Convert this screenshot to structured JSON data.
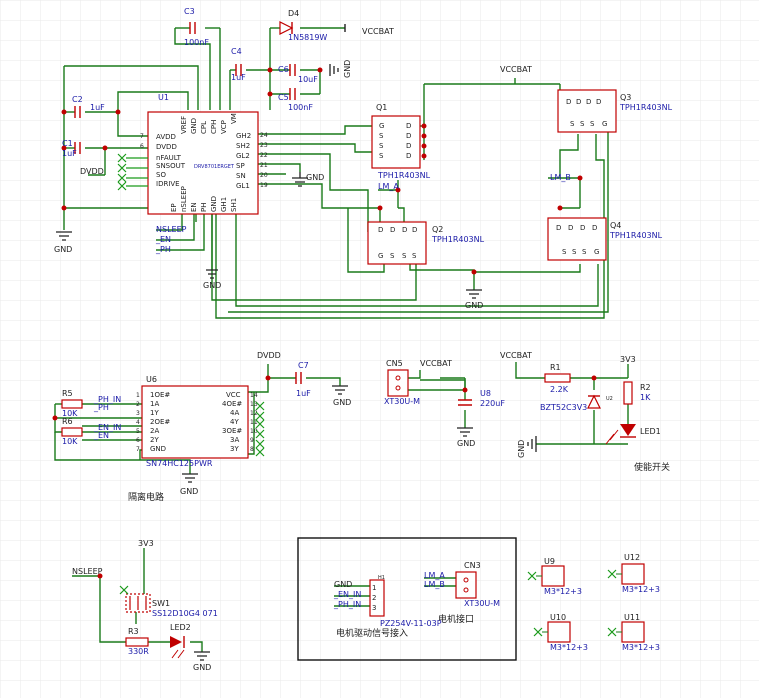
{
  "colors": {
    "wire": "#1a7a1a",
    "part": "#c00000",
    "label": "#1a1aa8",
    "text": "#222222",
    "grid": "#eaeaea",
    "net": "#1a1aa8"
  },
  "u1": {
    "ref": "U1",
    "part": "DRV8701ERGET",
    "pins_left": [
      "nFAULT",
      "SNSOUT",
      "SO",
      "IDRIVE",
      "DVDD",
      "AVDD"
    ],
    "pins_top": [
      "VREF",
      "GND",
      "CPL",
      "CPH",
      "VCP",
      "VM"
    ],
    "pins_right": [
      "GH2",
      "SH2",
      "GL2",
      "SP",
      "SN",
      "GL1"
    ],
    "pins_bottom": [
      "EP",
      "nSLEEP",
      "EN",
      "PH",
      "GND",
      "GH1",
      "SH1"
    ],
    "numbers_right": [
      "24",
      "23",
      "22",
      "21",
      "20",
      "19"
    ],
    "numbers_left": [
      "7",
      "6"
    ]
  },
  "caps": {
    "c1": {
      "ref": "C1",
      "val": "1uF"
    },
    "c2": {
      "ref": "C2",
      "val": "1uF"
    },
    "c3": {
      "ref": "C3",
      "val": "100nF"
    },
    "c4": {
      "ref": "C4",
      "val": "1uF"
    },
    "c5": {
      "ref": "C5",
      "val": "100nF"
    },
    "c6": {
      "ref": "C6",
      "val": "10uF"
    },
    "c7": {
      "ref": "C7",
      "val": "1uF"
    },
    "u8": {
      "ref": "U8",
      "val": "220uF"
    }
  },
  "d4": {
    "ref": "D4",
    "part": "1N5819W"
  },
  "mosfets": {
    "q1": {
      "ref": "Q1",
      "part": "TPH1R403NL"
    },
    "q2": {
      "ref": "Q2",
      "part": "TPH1R403NL"
    },
    "q3": {
      "ref": "Q3",
      "part": "TPH1R403NL"
    },
    "q4": {
      "ref": "Q4",
      "part": "TPH1R403NL"
    }
  },
  "q_pins": {
    "s": "S",
    "g": "G",
    "d": "D"
  },
  "nets": {
    "vccbat": "VCCBAT",
    "gnd": "GND",
    "dvdd": "DVDD",
    "v33": "3V3",
    "nsleep": "NSLEEP",
    "en": "_EN",
    "ph": "_PH",
    "lma": "LM_A",
    "lmb": "LM_B",
    "en_in": "_EN_IN",
    "ph_in": "_PH_IN"
  },
  "u6": {
    "ref": "U6",
    "part": "SN74HC125PWR",
    "pins_left": [
      "1OE#",
      "1A",
      "1Y",
      "2OE#",
      "2A",
      "2Y",
      "GND"
    ],
    "pins_right": [
      "VCC",
      "4OE#",
      "4A",
      "4Y",
      "3OE#",
      "3A",
      "3Y"
    ],
    "numbers_left": [
      "1",
      "2",
      "3",
      "4",
      "5",
      "6",
      "7"
    ],
    "numbers_right": [
      "14",
      "13",
      "12",
      "11",
      "10",
      "9",
      "8"
    ]
  },
  "resistors": {
    "r1": {
      "ref": "R1",
      "val": "2.2K"
    },
    "r2": {
      "ref": "R2",
      "val": "1K"
    },
    "r3": {
      "ref": "R3",
      "val": "330R"
    },
    "r5": {
      "ref": "R5",
      "val": "10K"
    },
    "r6": {
      "ref": "R6",
      "val": "10K"
    }
  },
  "cn5": {
    "ref": "CN5",
    "part": "XT30U-M"
  },
  "cn3": {
    "ref": "CN3",
    "part": "XT30U-M"
  },
  "zener": {
    "ref": "U2",
    "part": "BZT52C3V3"
  },
  "leds": {
    "led1": "LED1",
    "led2": "LED2"
  },
  "sw1": {
    "ref": "SW1",
    "part": "SS12D10G4 071"
  },
  "h1": {
    "ref": "H1",
    "part": "PZ254V-11-03P",
    "pins": [
      "1",
      "2",
      "3"
    ],
    "nets": [
      "GND",
      "_EN_IN",
      "_PH_IN"
    ]
  },
  "mounts": [
    {
      "ref": "U9",
      "part": "M3*12+3"
    },
    {
      "ref": "U12",
      "part": "M3*12+3"
    },
    {
      "ref": "U10",
      "part": "M3*12+3"
    },
    {
      "ref": "U11",
      "part": "M3*12+3"
    }
  ],
  "captions": {
    "isolation": "隔离电路",
    "enable": "使能开关",
    "motor_signal": "电机驱动信号接入",
    "motor_port": "电机接口"
  }
}
